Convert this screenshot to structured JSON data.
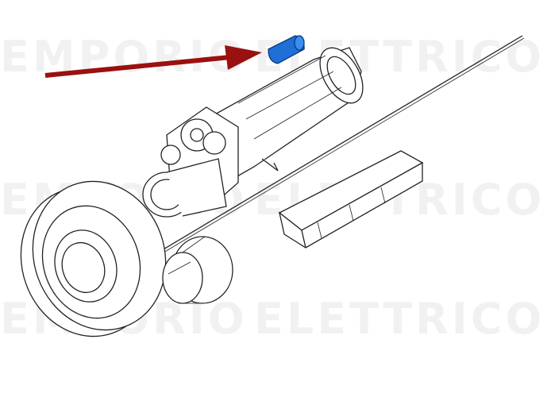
{
  "watermark": {
    "left": "EMPORIO",
    "right": "ELETTRICO"
  },
  "diagram": {
    "highlight_color": "#1f6fd6",
    "arrow_color": "#9b1010",
    "parts": [
      "motor-body",
      "gear-train",
      "drive-wheel",
      "cage-wheel",
      "cover-tray",
      "limit-rod",
      "highlighted-part"
    ]
  }
}
